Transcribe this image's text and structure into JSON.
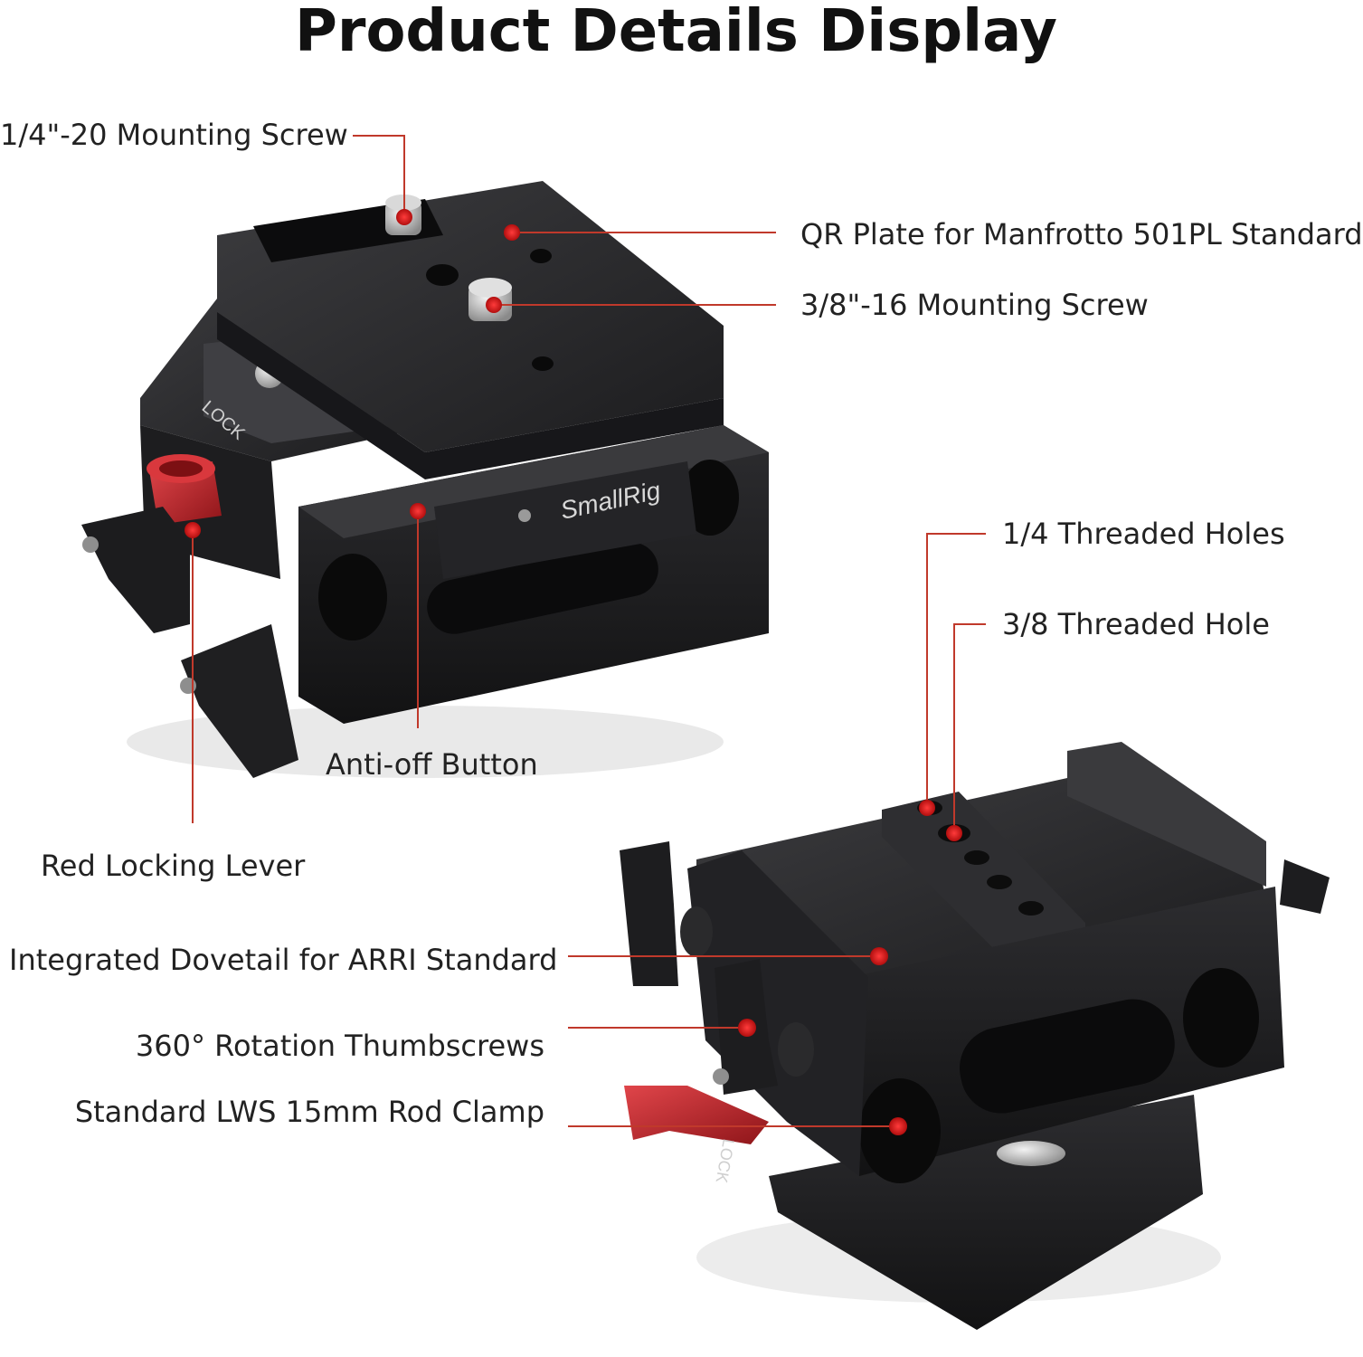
{
  "title": "Product Details Display",
  "labels": {
    "mounting_screw_14": "1/4\"-20 Mounting Screw",
    "qr_plate": "QR Plate for Manfrotto 501PL Standard",
    "mounting_screw_38": "3/8\"-16 Mounting Screw",
    "anti_off_button": "Anti-off Button",
    "red_locking_lever": "Red Locking Lever",
    "threaded_holes_14": "1/4 Threaded Holes",
    "threaded_hole_38": "3/8 Threaded Hole",
    "dovetail": "Integrated Dovetail for ARRI Standard",
    "rotation_thumbscrews": "360° Rotation Thumbscrews",
    "rod_clamp": "Standard LWS 15mm Rod Clamp"
  },
  "product_text": {
    "brand": "SmallRig",
    "lock": "LOCK"
  },
  "colors": {
    "callout_line": "#c0392b",
    "callout_dot": "#d81e1e",
    "body": "#2b2b2d",
    "body_dark": "#161617",
    "accent_red": "#c2262b"
  }
}
